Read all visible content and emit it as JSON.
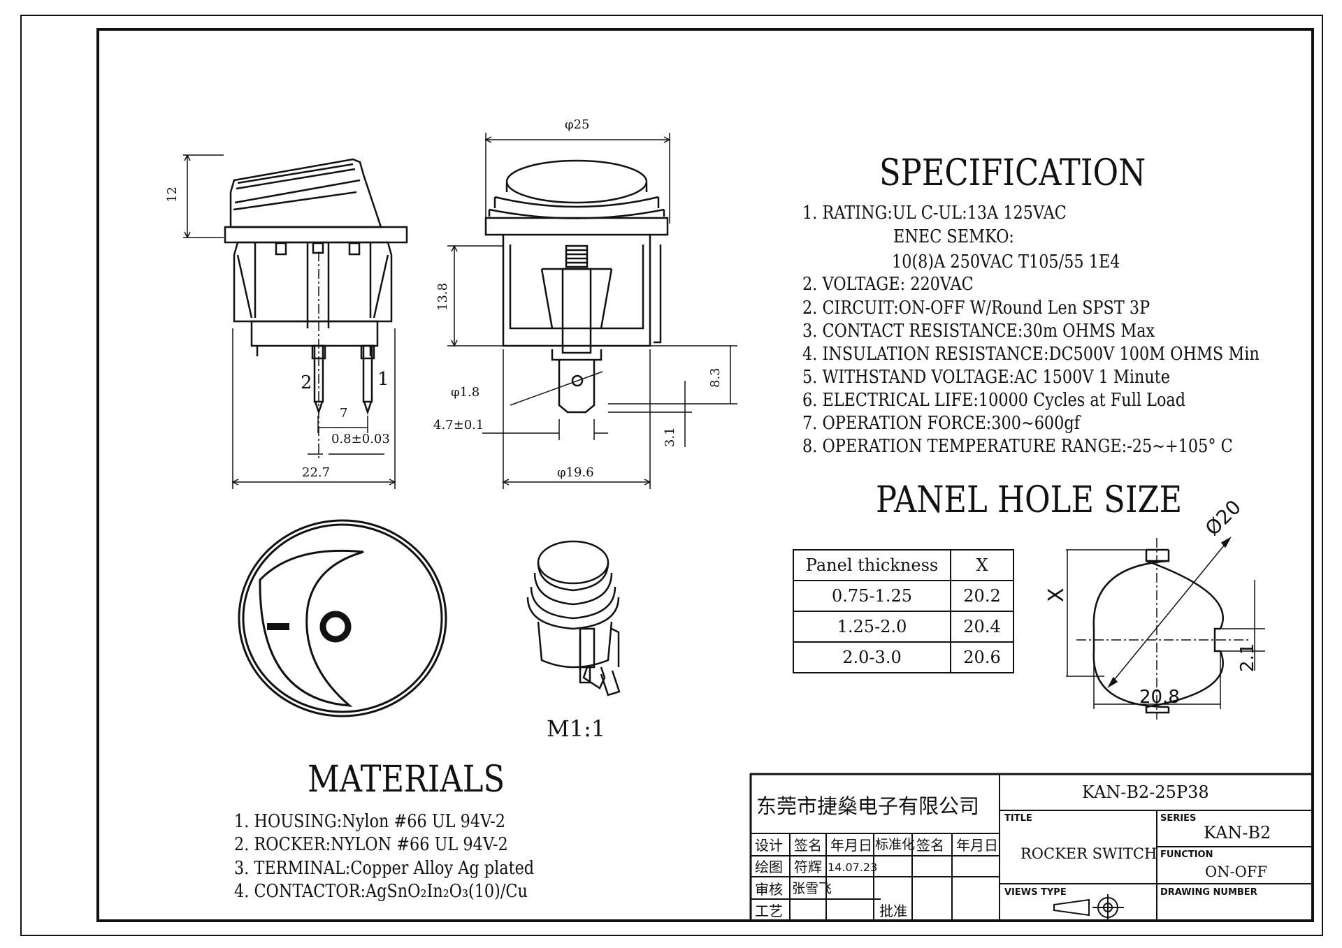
{
  "specification": {
    "title": "SPECIFICATION",
    "lines": [
      "1. RATING:UL C-UL:13A 125VAC",
      "ENEC SEMKO:",
      "10(8)A 250VAC T105/55 1E4",
      "2. VOLTAGE: 220VAC",
      "2. CIRCUIT:ON-OFF W/Round Len SPST 3P",
      "3. CONTACT RESISTANCE:30m OHMS Max",
      "4. INSULATION RESISTANCE:DC500V 100M OHMS Min",
      "5. WITHSTAND VOLTAGE:AC 1500V 1 Minute",
      "6. ELECTRICAL LIFE:10000 Cycles at Full Load",
      "7. OPERATION FORCE:300~600gf",
      "8. OPERATION TEMPERATURE RANGE:-25~+105° C"
    ]
  },
  "panel_hole": {
    "title": "PANEL HOLE SIZE",
    "headers": [
      "Panel thickness",
      "X"
    ],
    "rows": [
      [
        "0.75-1.25",
        "20.2"
      ],
      [
        "1.25-2.0",
        "20.4"
      ],
      [
        "2.0-3.0",
        "20.6"
      ]
    ],
    "dims": {
      "dia": "Ø20",
      "x": "X",
      "width": "20.8",
      "flat": "2.1"
    }
  },
  "materials": {
    "title": "MATERIALS",
    "lines": [
      "1. HOUSING:Nylon #66 UL 94V-2",
      "2. ROCKER:NYLON #66 UL 94V-2",
      "3. TERMINAL:Copper Alloy Ag plated",
      "4. CONTACTOR:AgSnO₂In₂O₃(10)/Cu"
    ]
  },
  "dimensions": {
    "height_12": "12",
    "width_22_7": "22.7",
    "pitch_7": "7",
    "pin_0_8": "0.8±0.03",
    "pin_2": "2",
    "pin_1": "1",
    "dia_25": "φ25",
    "h_13_8": "13.8",
    "dia_1_8": "φ1.8",
    "w_4_7": "4.7±0.1",
    "dia_19_6": "φ19.6",
    "h_8_3": "8.3",
    "h_3_1": "3.1"
  },
  "scale": "M1:1",
  "title_block": {
    "company": "东莞市捷燊电子有限公司",
    "part_no": "KAN-B2-25P38",
    "title_label": "TITLE",
    "title_value": "ROCKER SWITCH",
    "series_label": "SERIES",
    "series_value": "KAN-B2",
    "function_label": "FUNCTION",
    "function_value": "ON-OFF",
    "views_label": "VIEWS TYPE",
    "drawing_label": "DRAWING NUMBER",
    "grid": {
      "design": "设计",
      "sign1": "签名",
      "date1": "年月日",
      "std": "标准化",
      "sign2": "签名",
      "date2": "年月日",
      "draw": "绘图",
      "drawer": "符辉",
      "draw_date": "14.07.23",
      "check": "审核",
      "checker": "张雪飞",
      "process": "工艺",
      "approve": "批准"
    }
  }
}
